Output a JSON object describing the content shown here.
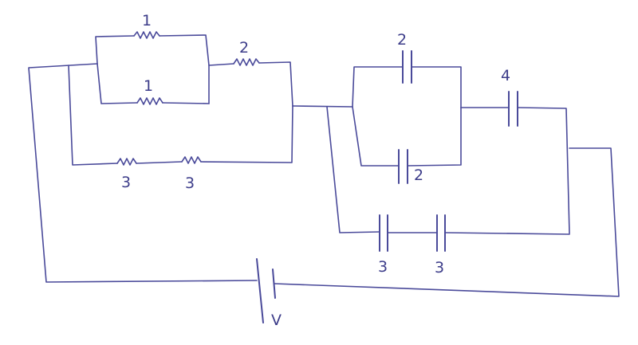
{
  "labels": {
    "r_top": "1",
    "r_mid": "1",
    "r_right": "2",
    "r_bot_left": "3",
    "r_bot_right": "3",
    "c_top": "2",
    "c_mid": "2",
    "c_right": "4",
    "c_bot_left": "3",
    "c_bot_right": "3",
    "battery": "V"
  }
}
